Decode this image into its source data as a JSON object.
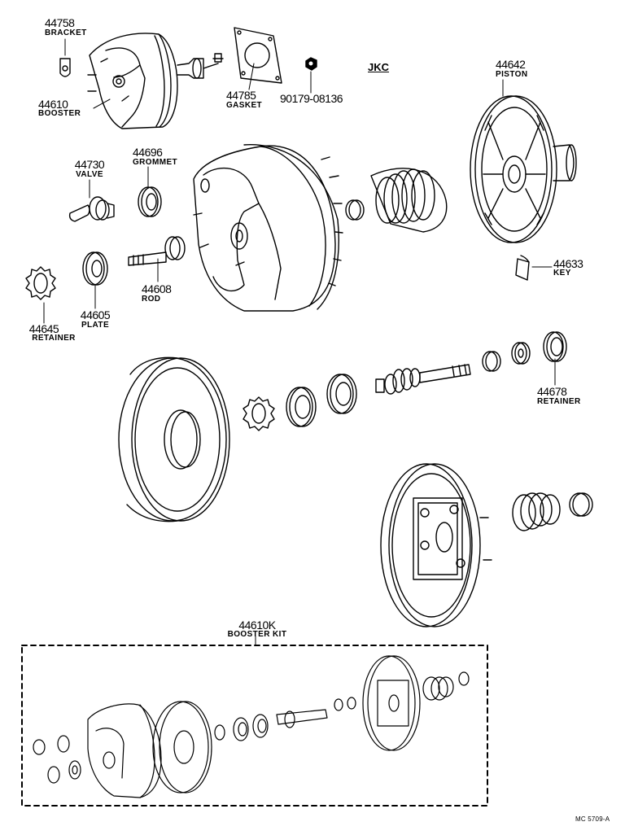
{
  "parts": {
    "bracket": {
      "number": "44758",
      "name": "BRACKET"
    },
    "booster": {
      "number": "44610",
      "name": "BOOSTER"
    },
    "gasket": {
      "number": "44785",
      "name": "GASKET"
    },
    "nut": {
      "number": "90179-08136"
    },
    "piston": {
      "number": "44642",
      "name": "PISTON"
    },
    "valve": {
      "number": "44730",
      "name": "VALVE"
    },
    "grommet": {
      "number": "44696",
      "name": "GROMMET"
    },
    "key": {
      "number": "44633",
      "name": "KEY"
    },
    "rod": {
      "number": "44608",
      "name": "ROD"
    },
    "plate": {
      "number": "44605",
      "name": "PLATE"
    },
    "retainer": {
      "number": "44645",
      "name": "RETAINER"
    },
    "retainer2": {
      "number": "44678",
      "name": "RETAINER"
    },
    "kit": {
      "number": "44610K",
      "name": "BOOSTER KIT"
    }
  },
  "model_code": "JKC",
  "diagram_code": "MC 5709-A"
}
